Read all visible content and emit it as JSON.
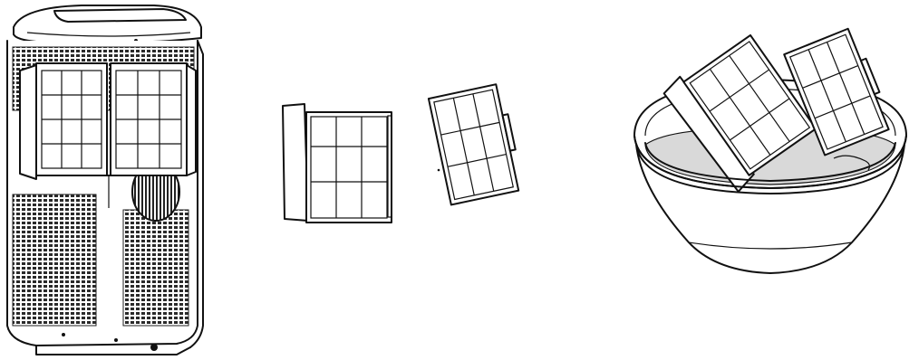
{
  "figure": {
    "panels": [
      {
        "id": "unit",
        "description_name": "portable-ac-unit-with-filters"
      },
      {
        "id": "filters",
        "description_name": "removed-air-filters"
      },
      {
        "id": "wash",
        "description_name": "filters-soaking-in-basin"
      }
    ],
    "colors": {
      "line": "#111111",
      "water": "#d9d9d9",
      "background": "#ffffff"
    }
  }
}
